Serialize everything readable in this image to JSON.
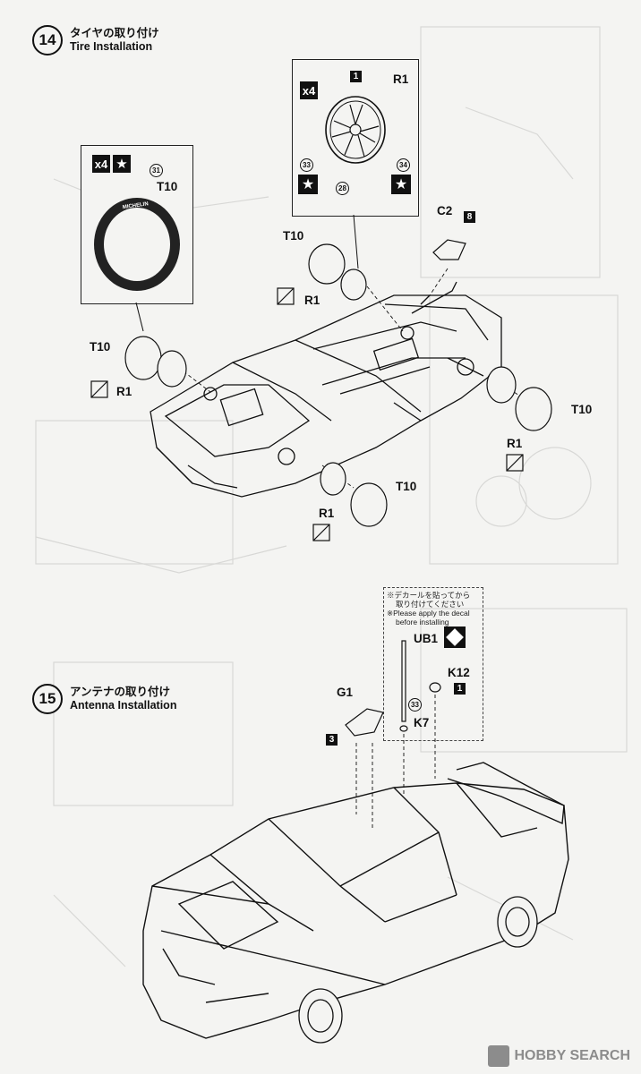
{
  "step14": {
    "number": "14",
    "title_jp": "タイヤの取り付け",
    "title_en": "Tire Installation",
    "tire_box": {
      "qty": "x4",
      "part": "T10",
      "circ": "31",
      "brand": "MICHELIN"
    },
    "wheel_box": {
      "qty": "x4",
      "sq": "1",
      "part": "R1",
      "c1": "33",
      "c2": "34",
      "c3": "28"
    },
    "labels": {
      "c2": "C2",
      "c2_num": "8",
      "t10": "T10",
      "r1": "R1"
    }
  },
  "step15": {
    "number": "15",
    "title_jp": "アンテナの取り付け",
    "title_en": "Antenna Installation",
    "note_jp1": "※デカールを貼ってから",
    "note_jp2": "取り付けてください",
    "note_en1": "※Please apply the decal",
    "note_en2": "before installing",
    "labels": {
      "ub1": "UB1",
      "k12": "K12",
      "k12_num": "1",
      "k7": "K7",
      "k7_circ": "33",
      "g1": "G1",
      "g1_num": "3"
    }
  },
  "watermark": "HOBBY SEARCH"
}
